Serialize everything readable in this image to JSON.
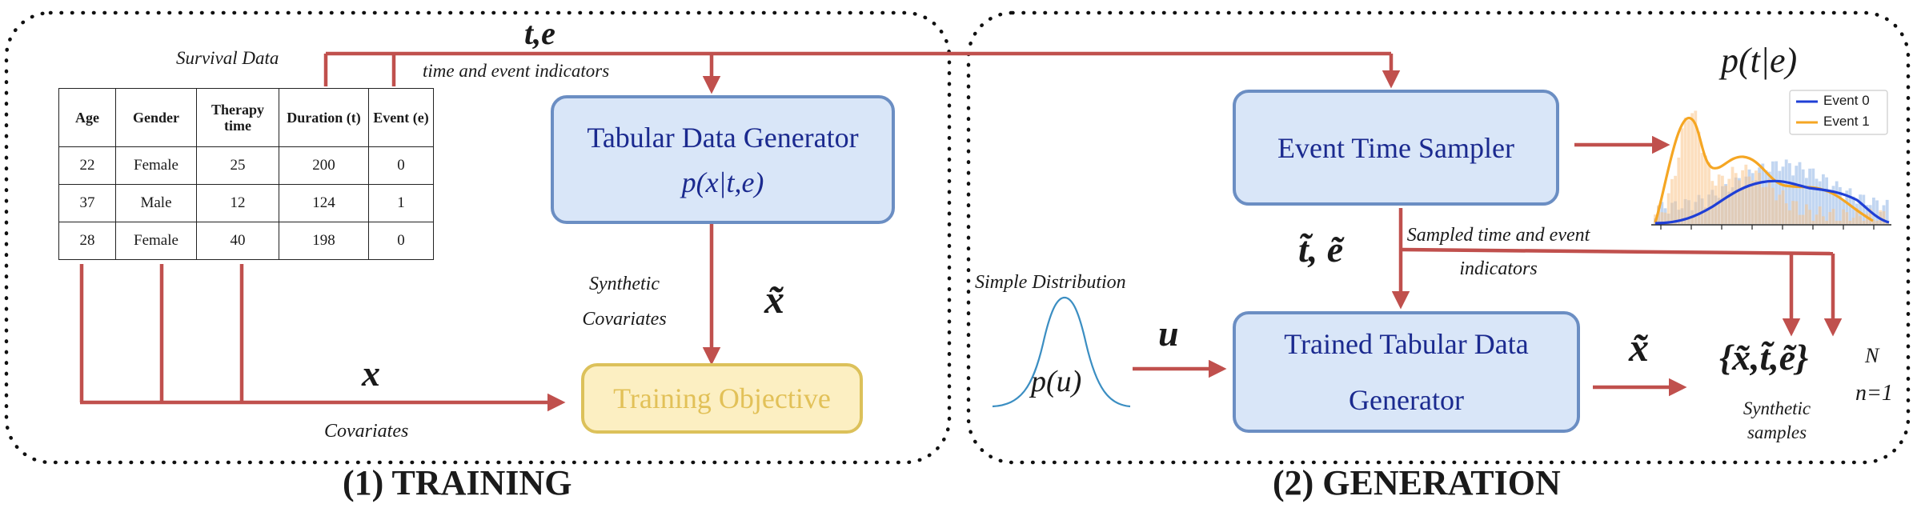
{
  "training": {
    "title": "(1) TRAINING",
    "survival_data_label": "Survival Data",
    "te_label": "t,e",
    "time_event_label": "time and event indicators",
    "table": {
      "headers": [
        "Age",
        "Gender",
        "Therapy time",
        "Duration (t)",
        "Event (e)"
      ],
      "rows": [
        [
          "22",
          "Female",
          "25",
          "200",
          "0"
        ],
        [
          "37",
          "Male",
          "12",
          "124",
          "1"
        ],
        [
          "28",
          "Female",
          "40",
          "198",
          "0"
        ]
      ]
    },
    "generator_box": {
      "title": "Tabular Data Generator",
      "formula": "p(x|t,e)"
    },
    "synthetic_covariates_label": "Synthetic Covariates",
    "x_tilde_label": "x̃",
    "x_label": "x",
    "covariates_label": "Covariates",
    "objective_box": "Training Objective"
  },
  "generation": {
    "title": "(2) GENERATION",
    "sampler_box": "Event Time Sampler",
    "pte_label": "p(t|e)",
    "legend": [
      "Event 0",
      "Event 1"
    ],
    "sampled_label": "Sampled time and event indicators",
    "te_tilde_label": "t̃, ẽ",
    "simple_distribution_label": "Simple Distribution",
    "pu_label": "p(u)",
    "u_label": "u",
    "trained_box": "Trained Tabular Data Generator",
    "x_tilde_label": "x̃",
    "output_set": {
      "body": "{x̃,t̃,ẽ}",
      "sup": "N",
      "sub": "n=1"
    },
    "synthetic_samples_label": "Synthetic samples"
  },
  "colors": {
    "arrow": "#c0504d",
    "box_blue_fill": "#d9e6f8",
    "box_blue_border": "#6b8ec3",
    "box_yellow_fill": "#fcefc2",
    "box_yellow_border": "#dcc15a",
    "event0": "#1f3fd6",
    "event1": "#f5a623"
  }
}
